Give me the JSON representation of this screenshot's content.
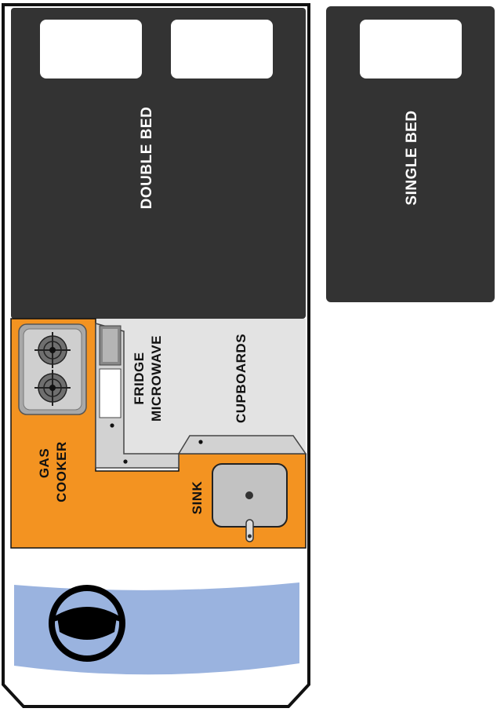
{
  "labels": {
    "double_bed": "DOUBLE BED",
    "single_bed": "SINGLE BED",
    "fridge": "FRIDGE",
    "microwave": "MICROWAVE",
    "cupboards": "CUPBOARDS",
    "gas": "GAS",
    "cooker": "COOKER",
    "sink": "SINK"
  },
  "colors": {
    "bed": "#333333",
    "pillow": "#ffffff",
    "kitchen": "#f39321",
    "cabinet": "#e3e3e3",
    "windshield": "#9ab3df",
    "outline": "#111111",
    "steel": "#bdbdbd"
  },
  "icons": {
    "steering": "steering-wheel-icon",
    "burner": "gas-burner-icon",
    "tap": "tap-icon"
  }
}
